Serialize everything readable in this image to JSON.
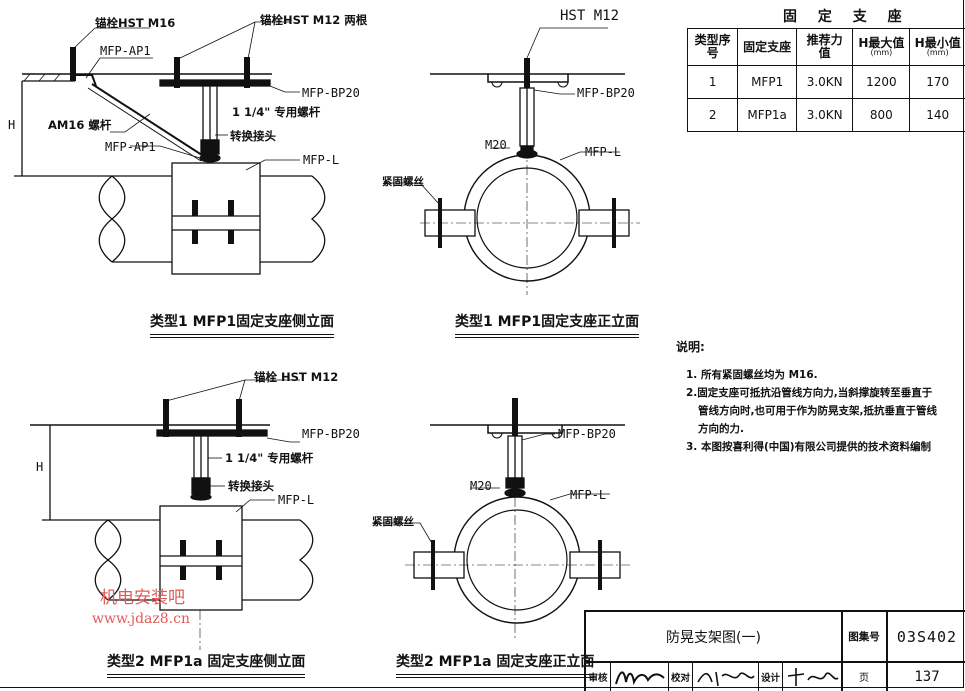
{
  "labels": {
    "top_left_anchor_m16": "锚栓HST M16",
    "top_left_anchor_m12": "锚栓HST M12 两根",
    "top_left_ap1_a": "MFP-AP1",
    "top_left_bp20": "MFP-BP20",
    "top_left_rod": "1 1/4\" 专用螺杆",
    "top_left_am16": "AM16 螺杆",
    "top_left_adapter": "转换接头",
    "top_left_ap1_b": "MFP-AP1",
    "top_left_mfpl": "MFP-L",
    "top_left_h": "H",
    "top_right_hst": "HST M12",
    "top_right_bp20": "MFP-BP20",
    "top_right_m20": "M20",
    "top_right_mfpl": "MFP-L",
    "top_right_bolt": "紧固螺丝",
    "bot_left_anchor": "锚栓 HST M12",
    "bot_left_bp20": "MFP-BP20",
    "bot_left_rod": "1 1/4\" 专用螺杆",
    "bot_left_adapter": "转换接头",
    "bot_left_mfpl": "MFP-L",
    "bot_left_h": "H",
    "bot_right_bp20": "MFP-BP20",
    "bot_right_m20": "M20",
    "bot_right_mfpl": "MFP-L",
    "bot_right_bolt": "紧固螺丝"
  },
  "captions": {
    "top_left": "类型1 MFP1固定支座侧立面",
    "top_right": "类型1 MFP1固定支座正立面",
    "bot_left": "类型2 MFP1a 固定支座侧立面",
    "bot_right": "类型2 MFP1a 固定支座正立面"
  },
  "spec_table": {
    "title": "固 定 支 座",
    "headers": [
      "类型序号",
      "固定支座",
      "推荐力值",
      "H最大值",
      "H最小值"
    ],
    "unit": "(mm)",
    "rows": [
      [
        "1",
        "MFP1",
        "3.0KN",
        "1200",
        "170"
      ],
      [
        "2",
        "MFP1a",
        "3.0KN",
        "800",
        "140"
      ]
    ]
  },
  "notes": {
    "heading": "说明:",
    "items": [
      {
        "num": "1.",
        "text": "所有紧固螺丝均为 M16."
      },
      {
        "num": "2.",
        "text": "固定支座可抵抗沿管线方向力,当斜撑旋转至垂直于",
        "cont": [
          "管线方向时,也可用于作为防晃支架,抵抗垂直于管线",
          "方向的力."
        ]
      },
      {
        "num": "3.",
        "text": "本图按喜利得(中国)有限公司提供的技术资料编制"
      }
    ]
  },
  "title_block": {
    "drawing_title": "防晃支架图(一)",
    "atlas_label": "图集号",
    "atlas_no": "03S402",
    "review_label": "审核",
    "check_label": "校对",
    "design_label": "设计",
    "page_label": "页",
    "page_no": "137"
  },
  "watermark": {
    "line1": "机电安装吧",
    "line2": "www.jdaz8.cn",
    "color": "#e25b5b"
  }
}
